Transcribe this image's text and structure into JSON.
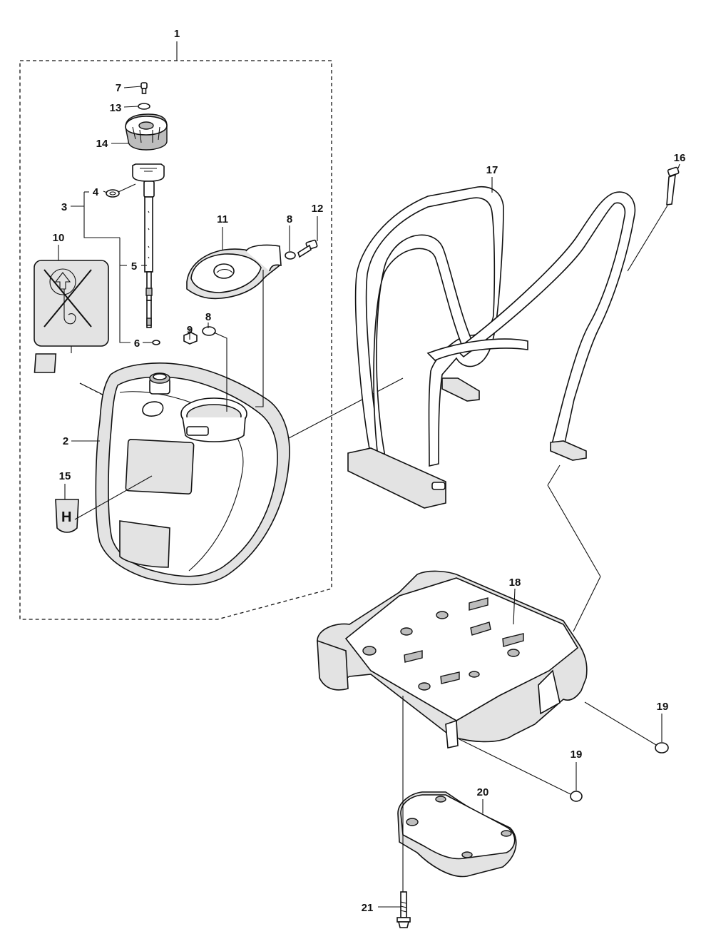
{
  "labels": {
    "p1": "1",
    "p2": "2",
    "p3": "3",
    "p4": "4",
    "p5": "5",
    "p6": "6",
    "p7": "7",
    "p8a": "8",
    "p8b": "8",
    "p9": "9",
    "p10": "10",
    "p11": "11",
    "p12": "12",
    "p13": "13",
    "p14": "14",
    "p15": "15",
    "p16": "16",
    "p17": "17",
    "p18": "18",
    "p19a": "19",
    "p19b": "19",
    "p20": "20",
    "p21": "21"
  }
}
